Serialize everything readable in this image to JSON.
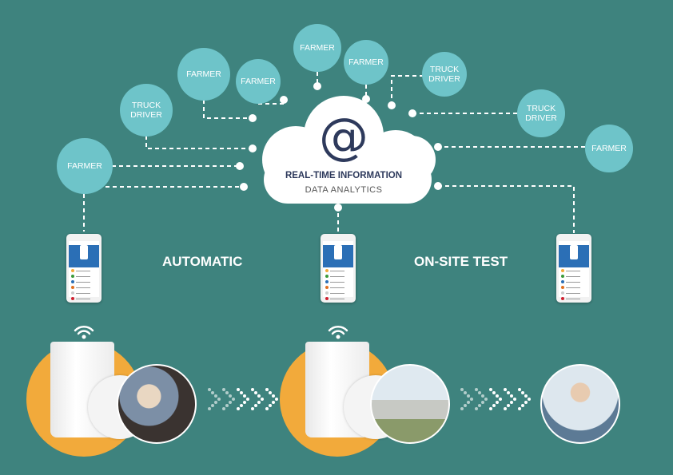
{
  "nodes": [
    {
      "label": "FARMER"
    },
    {
      "label": "TRUCK\nDRIVER"
    },
    {
      "label": "FARMER"
    },
    {
      "label": "FARMER"
    },
    {
      "label": "FARMER"
    },
    {
      "label": "FARMER"
    },
    {
      "label": "TRUCK\nDRIVER"
    },
    {
      "label": "TRUCK\nDRIVER"
    },
    {
      "label": "FARMER"
    }
  ],
  "cloud": {
    "symbol": "@",
    "title": "REAL-TIME INFORMATION",
    "subtitle": "DATA ANALYTICS"
  },
  "labels": {
    "automatic": "AUTOMATIC",
    "onsite": "ON-SITE TEST"
  },
  "colors": {
    "background": "#3e837e",
    "node": "#6ec4c9",
    "accent": "#f2aa3b",
    "text": "#2e3a5c"
  }
}
